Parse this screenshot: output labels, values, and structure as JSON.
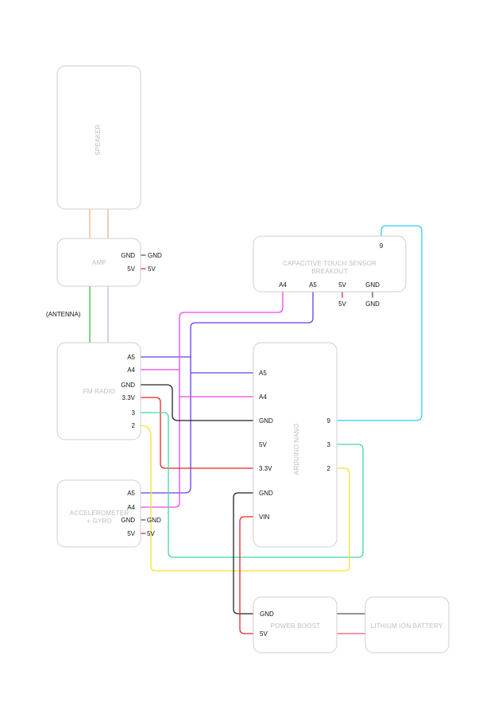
{
  "colors": {
    "speaker_wire": "#f0b48c",
    "speaker_wire_2": "#e8b08a",
    "antenna": "#3cb44b",
    "fm_lavender": "#b8b8ee",
    "purple": "#6a3ce8",
    "magenta": "#ee44ee",
    "black": "#222222",
    "red": "#e62626",
    "green": "#44d8a0",
    "yellow": "#f5e030",
    "cyan": "#33ccf0",
    "gray": "#555555",
    "pink_red": "#f05a6a"
  },
  "modules": {
    "speaker": {
      "label": "SPEAKER"
    },
    "amp": {
      "label": "AMP",
      "pins": {
        "gnd": "GND",
        "v5": "5V"
      },
      "ext": {
        "gnd": "GND",
        "v5": "5V"
      }
    },
    "touch": {
      "label_line1": "CAPACITIVE TOUCH SENSOR",
      "label_line2": "BREAKOUT",
      "pins": {
        "p9": "9",
        "a4": "A4",
        "a5": "A5",
        "v5": "5V",
        "gnd": "GND"
      },
      "ext": {
        "v5": "5V",
        "gnd": "GND"
      }
    },
    "antenna": {
      "label": "(ANTENNA)"
    },
    "fm": {
      "label": "FM RADIO",
      "pins": {
        "a5": "A5",
        "a4": "A4",
        "gnd": "GND",
        "v33": "3.3V",
        "p3": "3",
        "p2": "2"
      }
    },
    "nano": {
      "label": "ARDUINO NANO",
      "pins_left": {
        "a5": "A5",
        "a4": "A4",
        "gnd": "GND",
        "v5": "5V",
        "v33": "3.3V",
        "gnd2": "GND",
        "vin": "VIN"
      },
      "pins_right": {
        "p9": "9",
        "p3": "3",
        "p2": "2"
      }
    },
    "accel": {
      "label_line1": "ACCELEROMETER",
      "label_line2": "+ GYRO",
      "pins": {
        "a5": "A5",
        "a4": "A4",
        "gnd": "GND",
        "v5": "5V"
      },
      "ext": {
        "gnd": "GND",
        "v5": "5V"
      }
    },
    "boost": {
      "label": "POWER BOOST",
      "pins": {
        "gnd": "GND",
        "v5": "5V"
      }
    },
    "battery": {
      "label": "LITHIUM ION BATTERY"
    }
  }
}
